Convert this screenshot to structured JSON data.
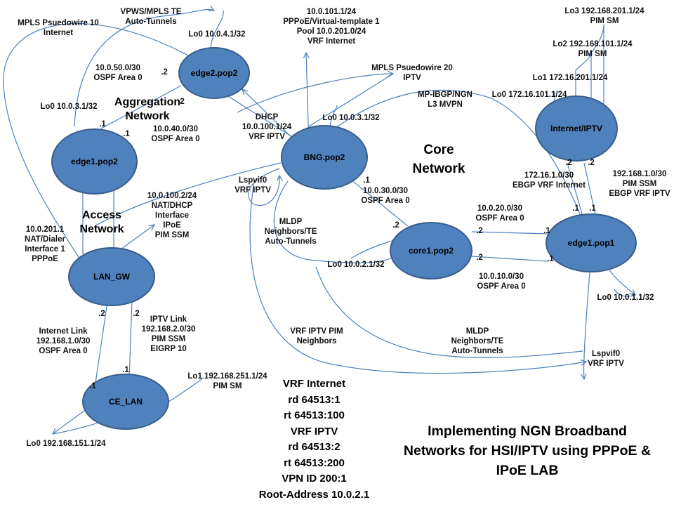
{
  "colors": {
    "node_fill": "#4f81bd",
    "node_border": "#385d8a",
    "link_line": "#4f81bd",
    "text": "#000000"
  },
  "sections": {
    "aggregation": "Aggregation\nNetwork",
    "access": "Access\nNetwork",
    "core": "Core\nNetwork"
  },
  "nodes": {
    "edge2_pop2": "edge2.pop2",
    "edge1_pop2": "edge1.pop2",
    "bng_pop2": "BNG.pop2",
    "internet_iptv": "Internet/IPTV",
    "core1_pop2": "core1.pop2",
    "edge1_pop1": "edge1.pop1",
    "lan_gw": "LAN_GW",
    "ce_lan": "CE_LAN"
  },
  "labels": {
    "mpls_pw10": "MPLS Psuedowire 10\nInternet",
    "vpws_te": "VPWS/MPLS TE\nAuto-Tunnels",
    "edge2_lo0": "Lo0 10.0.4.1/32",
    "pppoe_vt": "10.0.101.1/24\nPPPoE/Virtual-template 1\nPool 10.0.201.0/24\nVRF Internet",
    "mpls_pw20": "MPLS Psuedowire 20\nIPTV",
    "net_10_0_50": "10.0.50.0/30\nOSPF Area 0",
    "dot2_edge2_left": ".2",
    "dot2_edge2_bottom": ".2",
    "edge1_pop2_lo0": "Lo0 10.0.3.1/32",
    "dot1_edge1_pop2_top": ".1",
    "dot1_edge1_pop2_right": ".1",
    "net_10_0_40": "10.0.40.0/30\nOSPF Area 0",
    "dhcp_vrf_iptv": "DHCP\n10.0.100.1/24\nVRF IPTV",
    "bng_lo0": "Lo0 10.0.3.1/32",
    "mp_ibgp": "MP-IBGP/NGN\nL3 MVPN",
    "inet_lo3": "Lo3 192.168.201.1/24\nPIM SM",
    "inet_lo2": "Lo2 192.168.101.1/24\nPIM SM",
    "inet_lo1": "Lo1 172.16.201.1/24",
    "inet_lo0": "Lo0 172.16.101.1/24",
    "dot2_inet_left": ".2",
    "dot2_inet_right": ".2",
    "ebgp_internet": "172.16.1.0/30\nEBGP VRF Internet",
    "ebgp_iptv": "192.168.1.0/30\nPIM SSM\nEBGP VRF IPTV",
    "lspvif0_bng": "Lspvif0\nVRF IPTV",
    "nat_dhcp": "10.0.100.2/24\nNAT/DHCP\nInterface\nIPoE\nPIM SSM",
    "dot1_bng": ".1",
    "net_10_0_30": "10.0.30.0/30\nOSPF Area 0",
    "net_10_0_20": "10.0.20.0/30\nOSPF Area 0",
    "dot1_pop1_left": ".1",
    "dot1_pop1_right": ".1",
    "mldp_te_top": "MLDP\nNeighbors/TE\nAuto-Tunnels",
    "dot2_core_top": ".2",
    "dot2_core_right_top": ".2",
    "dot1_pop1_upper": ".1",
    "dot2_core_right_bottom": ".2",
    "dot1_pop1_lower": ".1",
    "nat_dialer": "10.0.201.1\nNAT/Dialer\nInterface 1\nPPPoE",
    "core_lo0": "Lo0 10.0.2.1/32",
    "net_10_0_10": "10.0.10.0/30\nOSPF Area 0",
    "pop1_lo0": "Lo0 10.0.1.1/32",
    "dot2_lan_left": ".2",
    "dot2_lan_right": ".2",
    "iptv_link": "IPTV Link\n192.168.2.0/30\nPIM SSM\nEIGRP 10",
    "internet_link": "Internet Link\n192.168.1.0/30\nOSPF Area 0",
    "vrf_iptv_pim": "VRF IPTV PIM\nNeighbors",
    "mldp_te_bottom": "MLDP\nNeighbors/TE\nAuto-Tunnels",
    "lspvif0_pop1": "Lspvif0\nVRF IPTV",
    "dot1_ce_right": ".1",
    "dot1_ce_left": ".1",
    "ce_lo1": "Lo1 192.168.251.1/24\nPIM SM",
    "ce_lo0": "Lo0 192.168.151.1/24"
  },
  "vrf_block": [
    "VRF Internet",
    "rd 64513:1",
    "rt 64513:100",
    "VRF IPTV",
    "rd 64513:2",
    "rt 64513:200",
    "VPN ID 200:1",
    "Root-Address 10.0.2.1"
  ],
  "lab_title": [
    "Implementing NGN Broadband",
    "Networks for HSI/IPTV using PPPoE &",
    "IPoE LAB"
  ]
}
